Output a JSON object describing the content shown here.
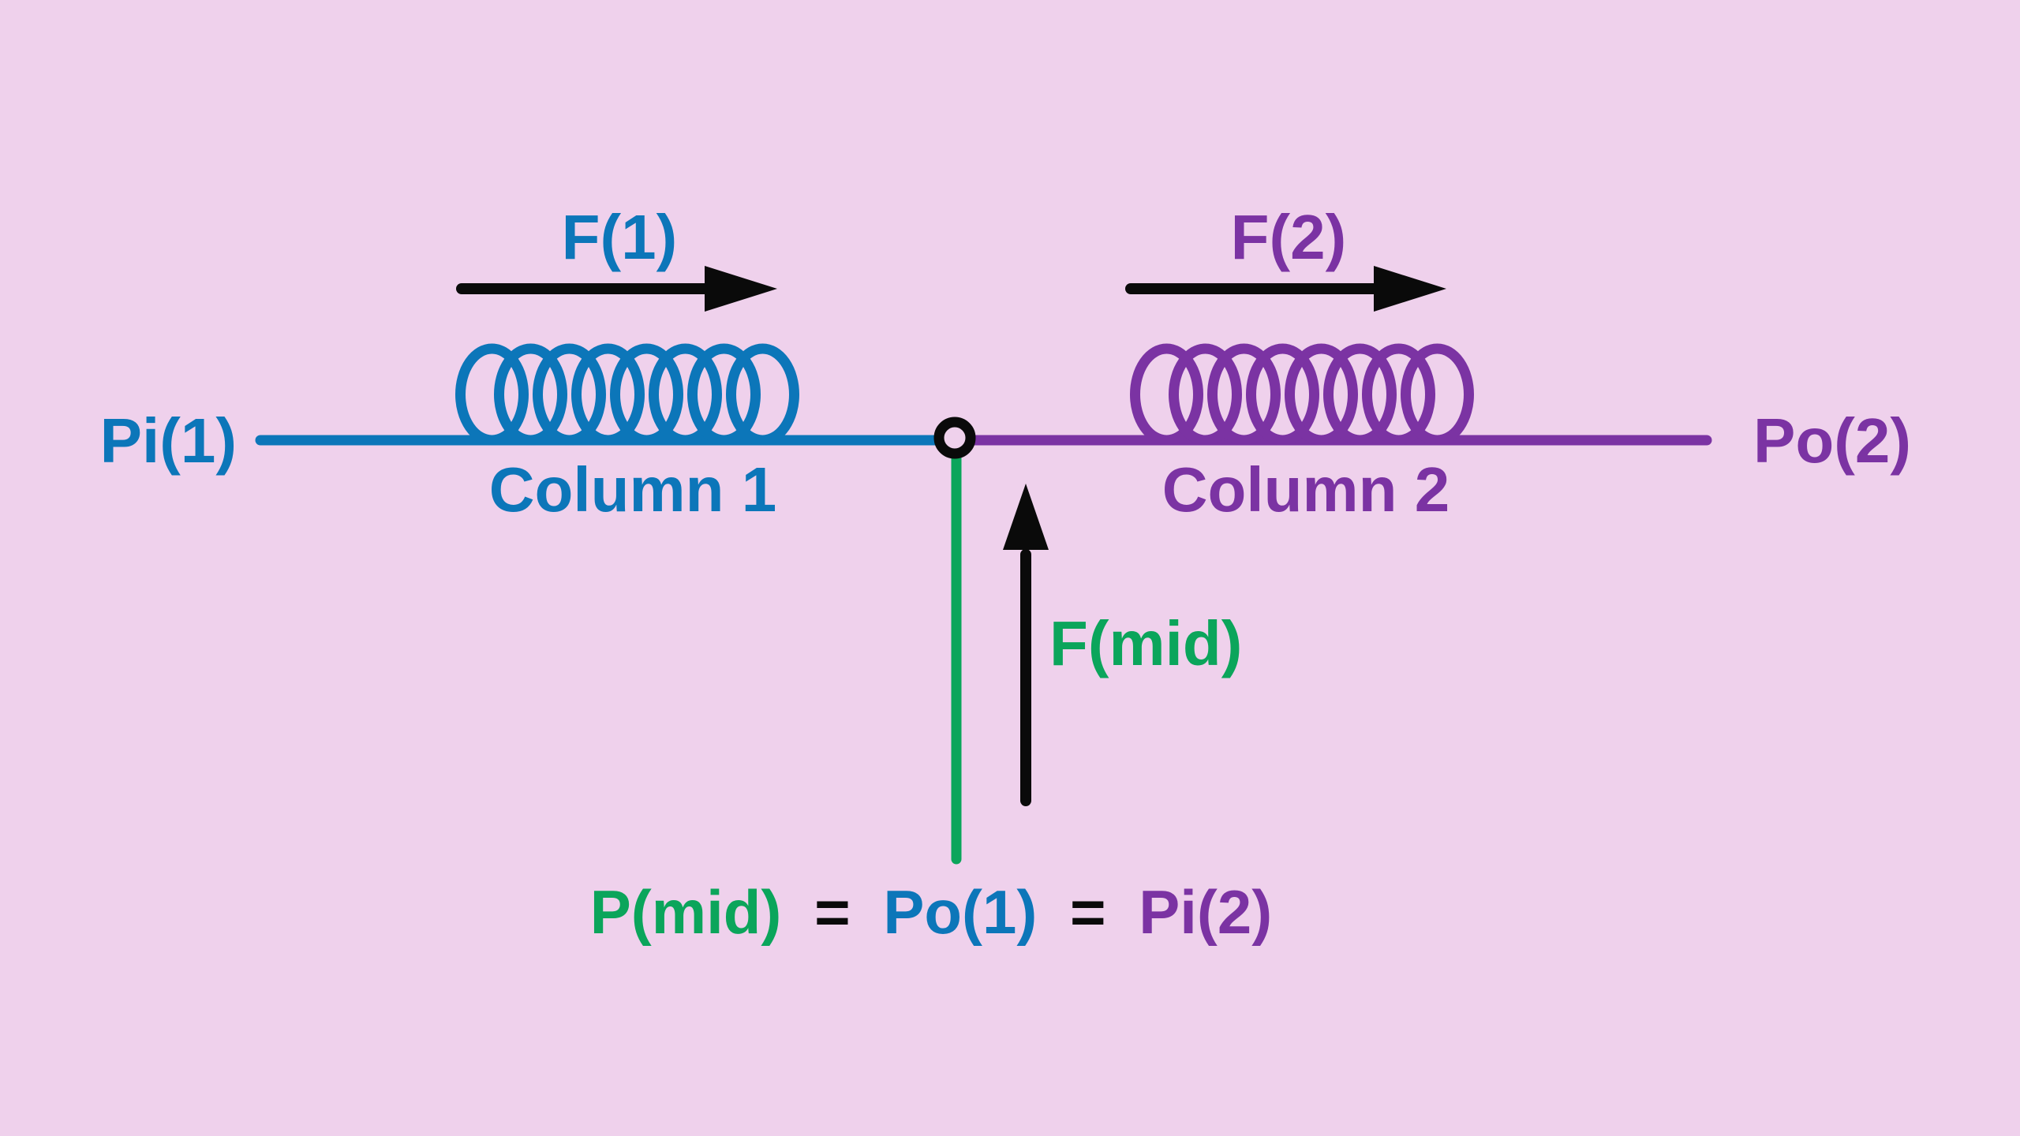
{
  "diagram": {
    "labels": {
      "pressure_in_1": "Pi(1)",
      "pressure_out_2": "Po(2)",
      "force_1": "F(1)",
      "force_2": "F(2)",
      "force_mid": "F(mid)",
      "column_1": "Column 1",
      "column_2": "Column 2"
    },
    "equation": {
      "p_mid": "P(mid)",
      "equals_1": "=",
      "po_1": "Po(1)",
      "equals_2": "=",
      "pi_2": "Pi(2)"
    },
    "springs": {
      "loops": 8
    },
    "colors": {
      "bg": "#EFD1EC",
      "blue": "#0C76B9",
      "purple": "#7B33A3",
      "green": "#0BA55B",
      "black": "#0A0A0A"
    }
  }
}
